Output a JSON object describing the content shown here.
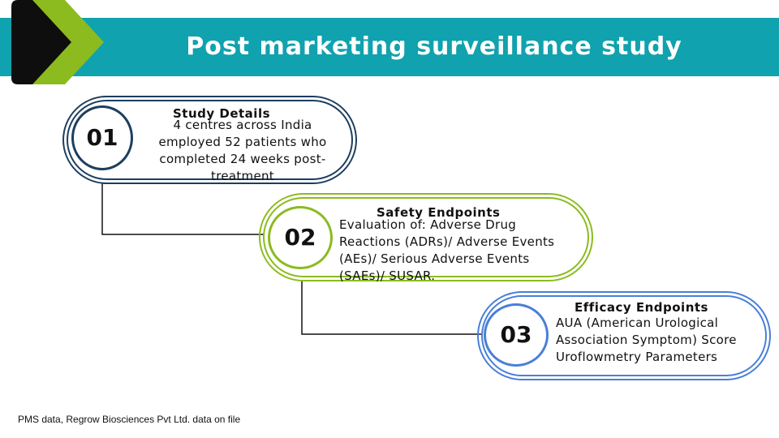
{
  "title": "Post marketing surveillance study",
  "colors": {
    "banner": "#10a2ae",
    "logo_green": "#8cbb1f",
    "logo_dark": "#0e0e0e",
    "step1": "#1d3e5f",
    "step2": "#8cbb1f",
    "step3": "#4a7fd8",
    "connector": "#111111"
  },
  "steps": [
    {
      "number": "01",
      "heading": "Study Details",
      "body": "4 centres across India employed 52 patients who completed 24 weeks post-treatment"
    },
    {
      "number": "02",
      "heading": "Safety Endpoints",
      "body": "Evaluation of: Adverse Drug Reactions (ADRs)/ Adverse Events (AEs)/ Serious Adverse Events (SAEs)/ SUSAR."
    },
    {
      "number": "03",
      "heading": "Efficacy Endpoints",
      "body": "AUA (American Urological Association Symptom) Score Uroflowmetry Parameters"
    }
  ],
  "footnote": "PMS data, Regrow Biosciences Pvt Ltd. data on file"
}
